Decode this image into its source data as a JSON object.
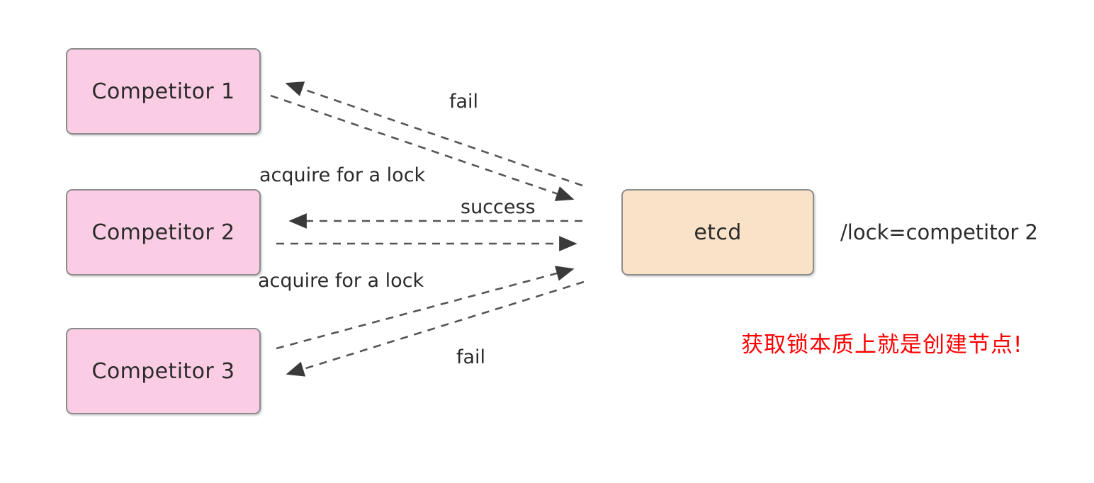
{
  "diagram": {
    "title": "etcd distributed lock acquisition",
    "background": "#ffffff",
    "colors": {
      "competitor_fill": "#fbcde4",
      "etcd_fill": "#fae2c9",
      "node_border": "#8c8c8c",
      "edge_stroke": "#555555",
      "text": "#2b2b2b",
      "alert_text": "#fe0000"
    },
    "nodes": [
      {
        "id": "competitor-1",
        "label": "Competitor 1",
        "type": "competitor"
      },
      {
        "id": "competitor-2",
        "label": "Competitor 2",
        "type": "competitor"
      },
      {
        "id": "competitor-3",
        "label": "Competitor 3",
        "type": "competitor"
      },
      {
        "id": "etcd",
        "label": "etcd",
        "type": "store"
      }
    ],
    "edges": [
      {
        "id": "edge-c1-request",
        "from": "competitor-1",
        "to": "etcd",
        "label": "acquire for a lock",
        "style": "dashed",
        "direction": "right"
      },
      {
        "id": "edge-c1-response",
        "from": "etcd",
        "to": "competitor-1",
        "label": "fail",
        "style": "dashed",
        "direction": "left"
      },
      {
        "id": "edge-c2-request",
        "from": "competitor-2",
        "to": "etcd",
        "label": "acquire for a lock",
        "style": "dashed",
        "direction": "right"
      },
      {
        "id": "edge-c2-response",
        "from": "etcd",
        "to": "competitor-2",
        "label": "success",
        "style": "dashed",
        "direction": "left"
      },
      {
        "id": "edge-c3-request",
        "from": "competitor-3",
        "to": "etcd",
        "label": "acquire for a lock",
        "style": "dashed",
        "direction": "right"
      },
      {
        "id": "edge-c3-response",
        "from": "etcd",
        "to": "competitor-3",
        "label": "fail",
        "style": "dashed",
        "direction": "left"
      }
    ],
    "labels": {
      "fail_top": "fail",
      "fail_bottom": "fail",
      "success": "success",
      "acquire_top": "acquire for a lock",
      "acquire_bottom": "acquire for a lock"
    },
    "annotations": {
      "lock_value": "/lock=competitor 2",
      "note_cn": "获取锁本质上就是创建节点!"
    }
  }
}
